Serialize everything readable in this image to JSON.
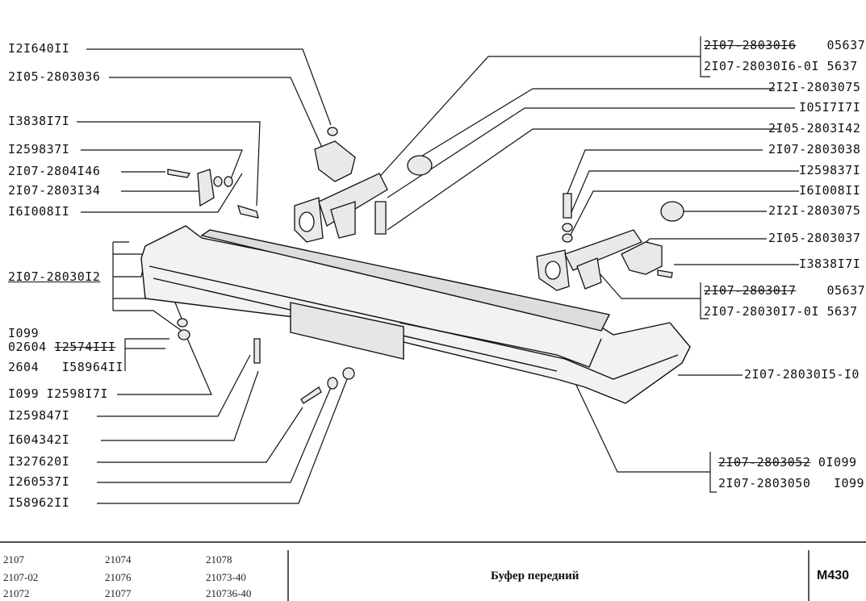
{
  "left_labels": [
    "I2I640II",
    "2I05-2803036",
    "I3838I7I",
    "I259837I",
    "2I07-2804I46",
    "2I07-2803I34",
    "I6I008II",
    "2I07-28030I2",
    "I099",
    "I099 I2598I7I",
    "I259847I",
    "I604342I",
    "I327620I",
    "I260537I",
    "I58962II"
  ],
  "group_1099": {
    "line1_a": "02604",
    "line1_b": "I2574III",
    "line2_a": "2604",
    "line2_b": "I58964II"
  },
  "right_labels": {
    "top_a": "2I07-28030I6",
    "top_a_suffix": "05637",
    "top_b": "2I07-28030I6-0I 5637",
    "r1": "2I2I-2803075",
    "r2": "I05I7I7I",
    "r3": "2I05-2803I42",
    "r4": "2I07-2803038",
    "r5": "I259837I",
    "r6": "I6I008II",
    "r7": "2I2I-2803075",
    "r8": "2I05-2803037",
    "r9": "I3838I7I",
    "mid_a": "2I07-28030I7",
    "mid_a_suffix": "05637",
    "mid_b": "2I07-28030I7-0I 5637",
    "r10": "2I07-28030I5-I0",
    "bot_a": "2I07-2803052",
    "bot_a_suffix": "0I099",
    "bot_b": "2I07-2803050",
    "bot_b_suffix": "I099"
  },
  "footer": {
    "models": [
      [
        "2107",
        "21074",
        "21078"
      ],
      [
        "2107-02",
        "21076",
        "21073-40"
      ],
      [
        "21072",
        "21077",
        "210736-40"
      ]
    ],
    "title": "Буфер передний",
    "code": "M430"
  }
}
